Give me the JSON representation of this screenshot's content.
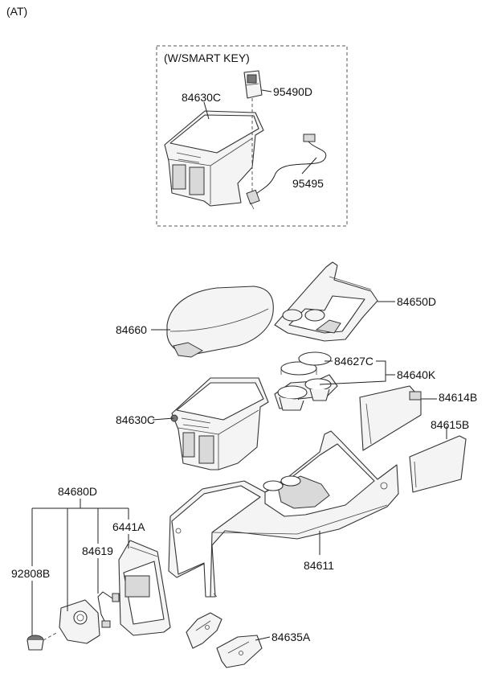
{
  "header": {
    "variant": "(AT)"
  },
  "inset": {
    "title": "(W/SMART KEY)"
  },
  "labels": {
    "inset_84630C": "84630C",
    "p95490D": "95490D",
    "p95495": "95495",
    "p84650D": "84650D",
    "p84660": "84660",
    "p84627C": "84627C",
    "p84640K": "84640K",
    "p84614B": "84614B",
    "p84630C": "84630C",
    "p84615B": "84615B",
    "p84680D": "84680D",
    "p6441A": "6441A",
    "p84619": "84619",
    "p92808B": "92808B",
    "p84611": "84611",
    "p84635A": "84635A"
  }
}
